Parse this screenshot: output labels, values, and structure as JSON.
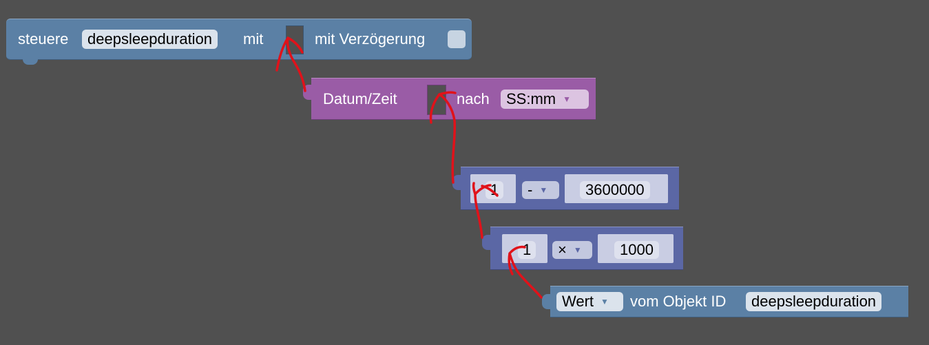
{
  "block1": {
    "prefix": "steuere",
    "variable": "deepsleepduration",
    "with_label": "mit",
    "delay_label": "mit Verzögerung",
    "delay_checked": false
  },
  "block2": {
    "label": "Datum/Zeit",
    "after_label": "nach",
    "format": "SS:mm"
  },
  "block3": {
    "operand_a": "1",
    "operator": "-",
    "operand_b": "3600000"
  },
  "block4": {
    "operand_a": "1",
    "operator": "×",
    "operand_b": "1000"
  },
  "block5": {
    "value_select": "Wert",
    "object_label": "vom Objekt ID",
    "object_id": "deepsleepduration"
  },
  "colors": {
    "workspace": "#505050",
    "variables_block": "#5b80a5",
    "datetime_block": "#9a5ca6",
    "math_block": "#5b67a5",
    "annotation": "#e0121a"
  }
}
